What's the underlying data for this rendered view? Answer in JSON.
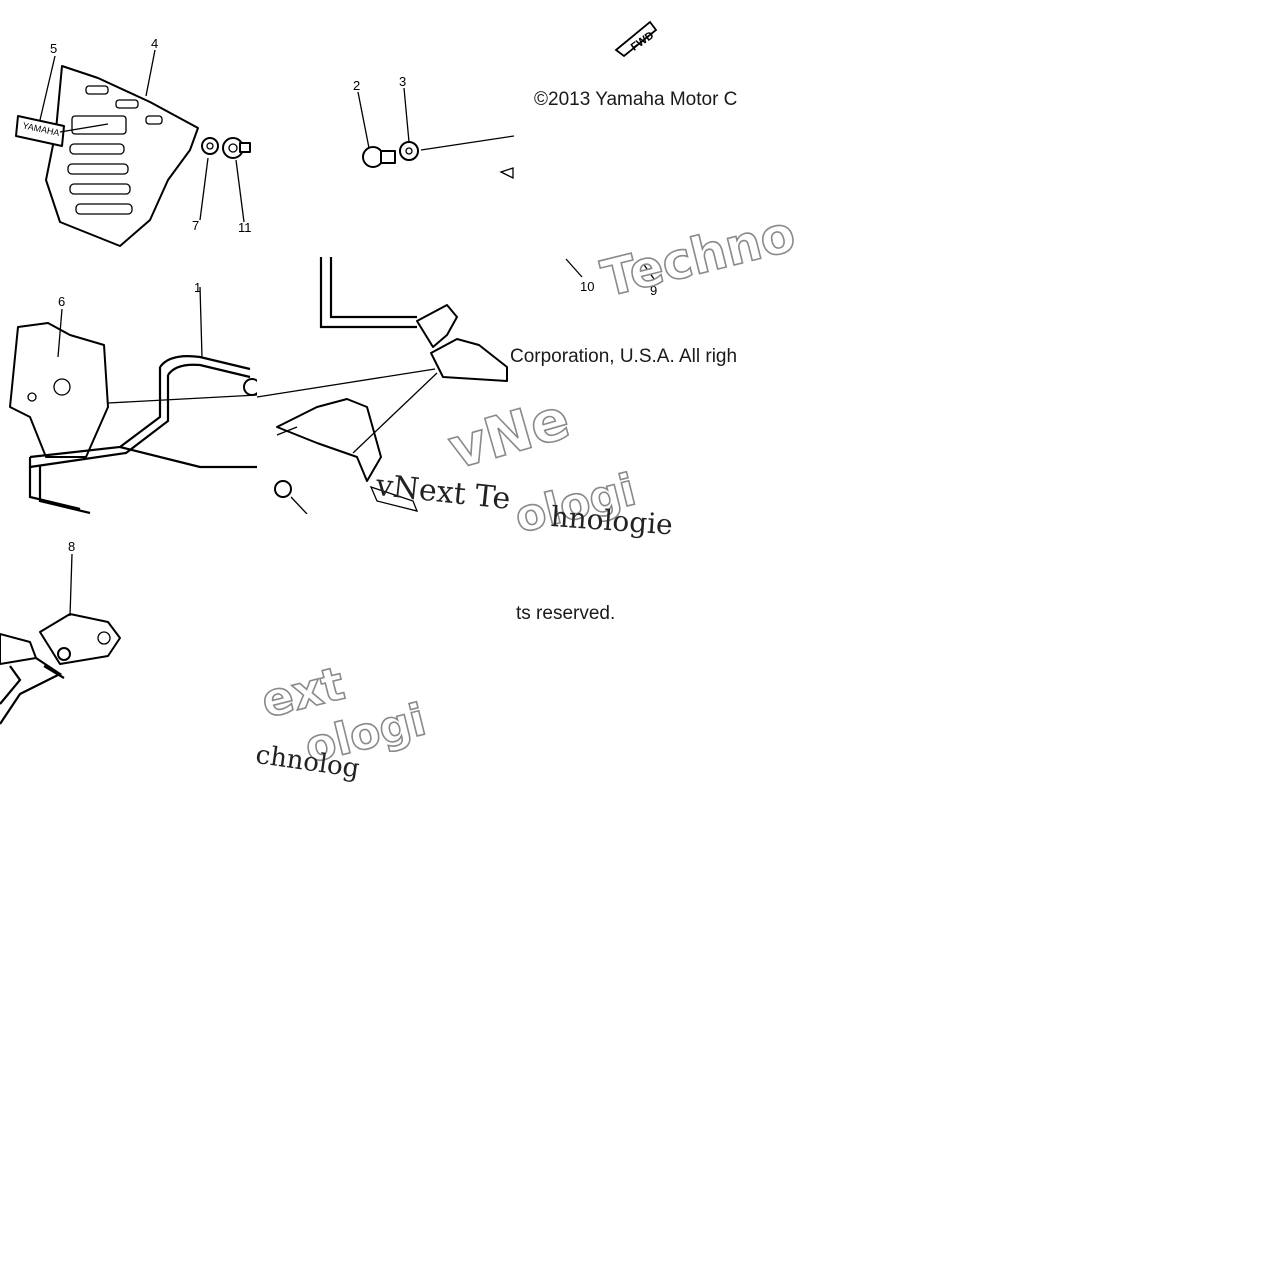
{
  "diagram": {
    "callouts": [
      "1",
      "2",
      "3",
      "4",
      "5",
      "6",
      "7",
      "8",
      "9",
      "10",
      "11"
    ],
    "fwd_label": "FWD",
    "emblem_text": "YAMAHA"
  },
  "copyright": {
    "line1": "©2013 Yamaha Motor C",
    "line2": "Corporation, U.S.A. All righ",
    "line3": "ts reserved."
  },
  "watermarks": {
    "outline_1": "Techno",
    "outline_2": "vNe",
    "outline_3": "ologi",
    "outline_4": "ext",
    "outline_5": "ologi",
    "serif_1": "vNext Te",
    "serif_2": "hnologie",
    "serif_3": "chnolog"
  }
}
